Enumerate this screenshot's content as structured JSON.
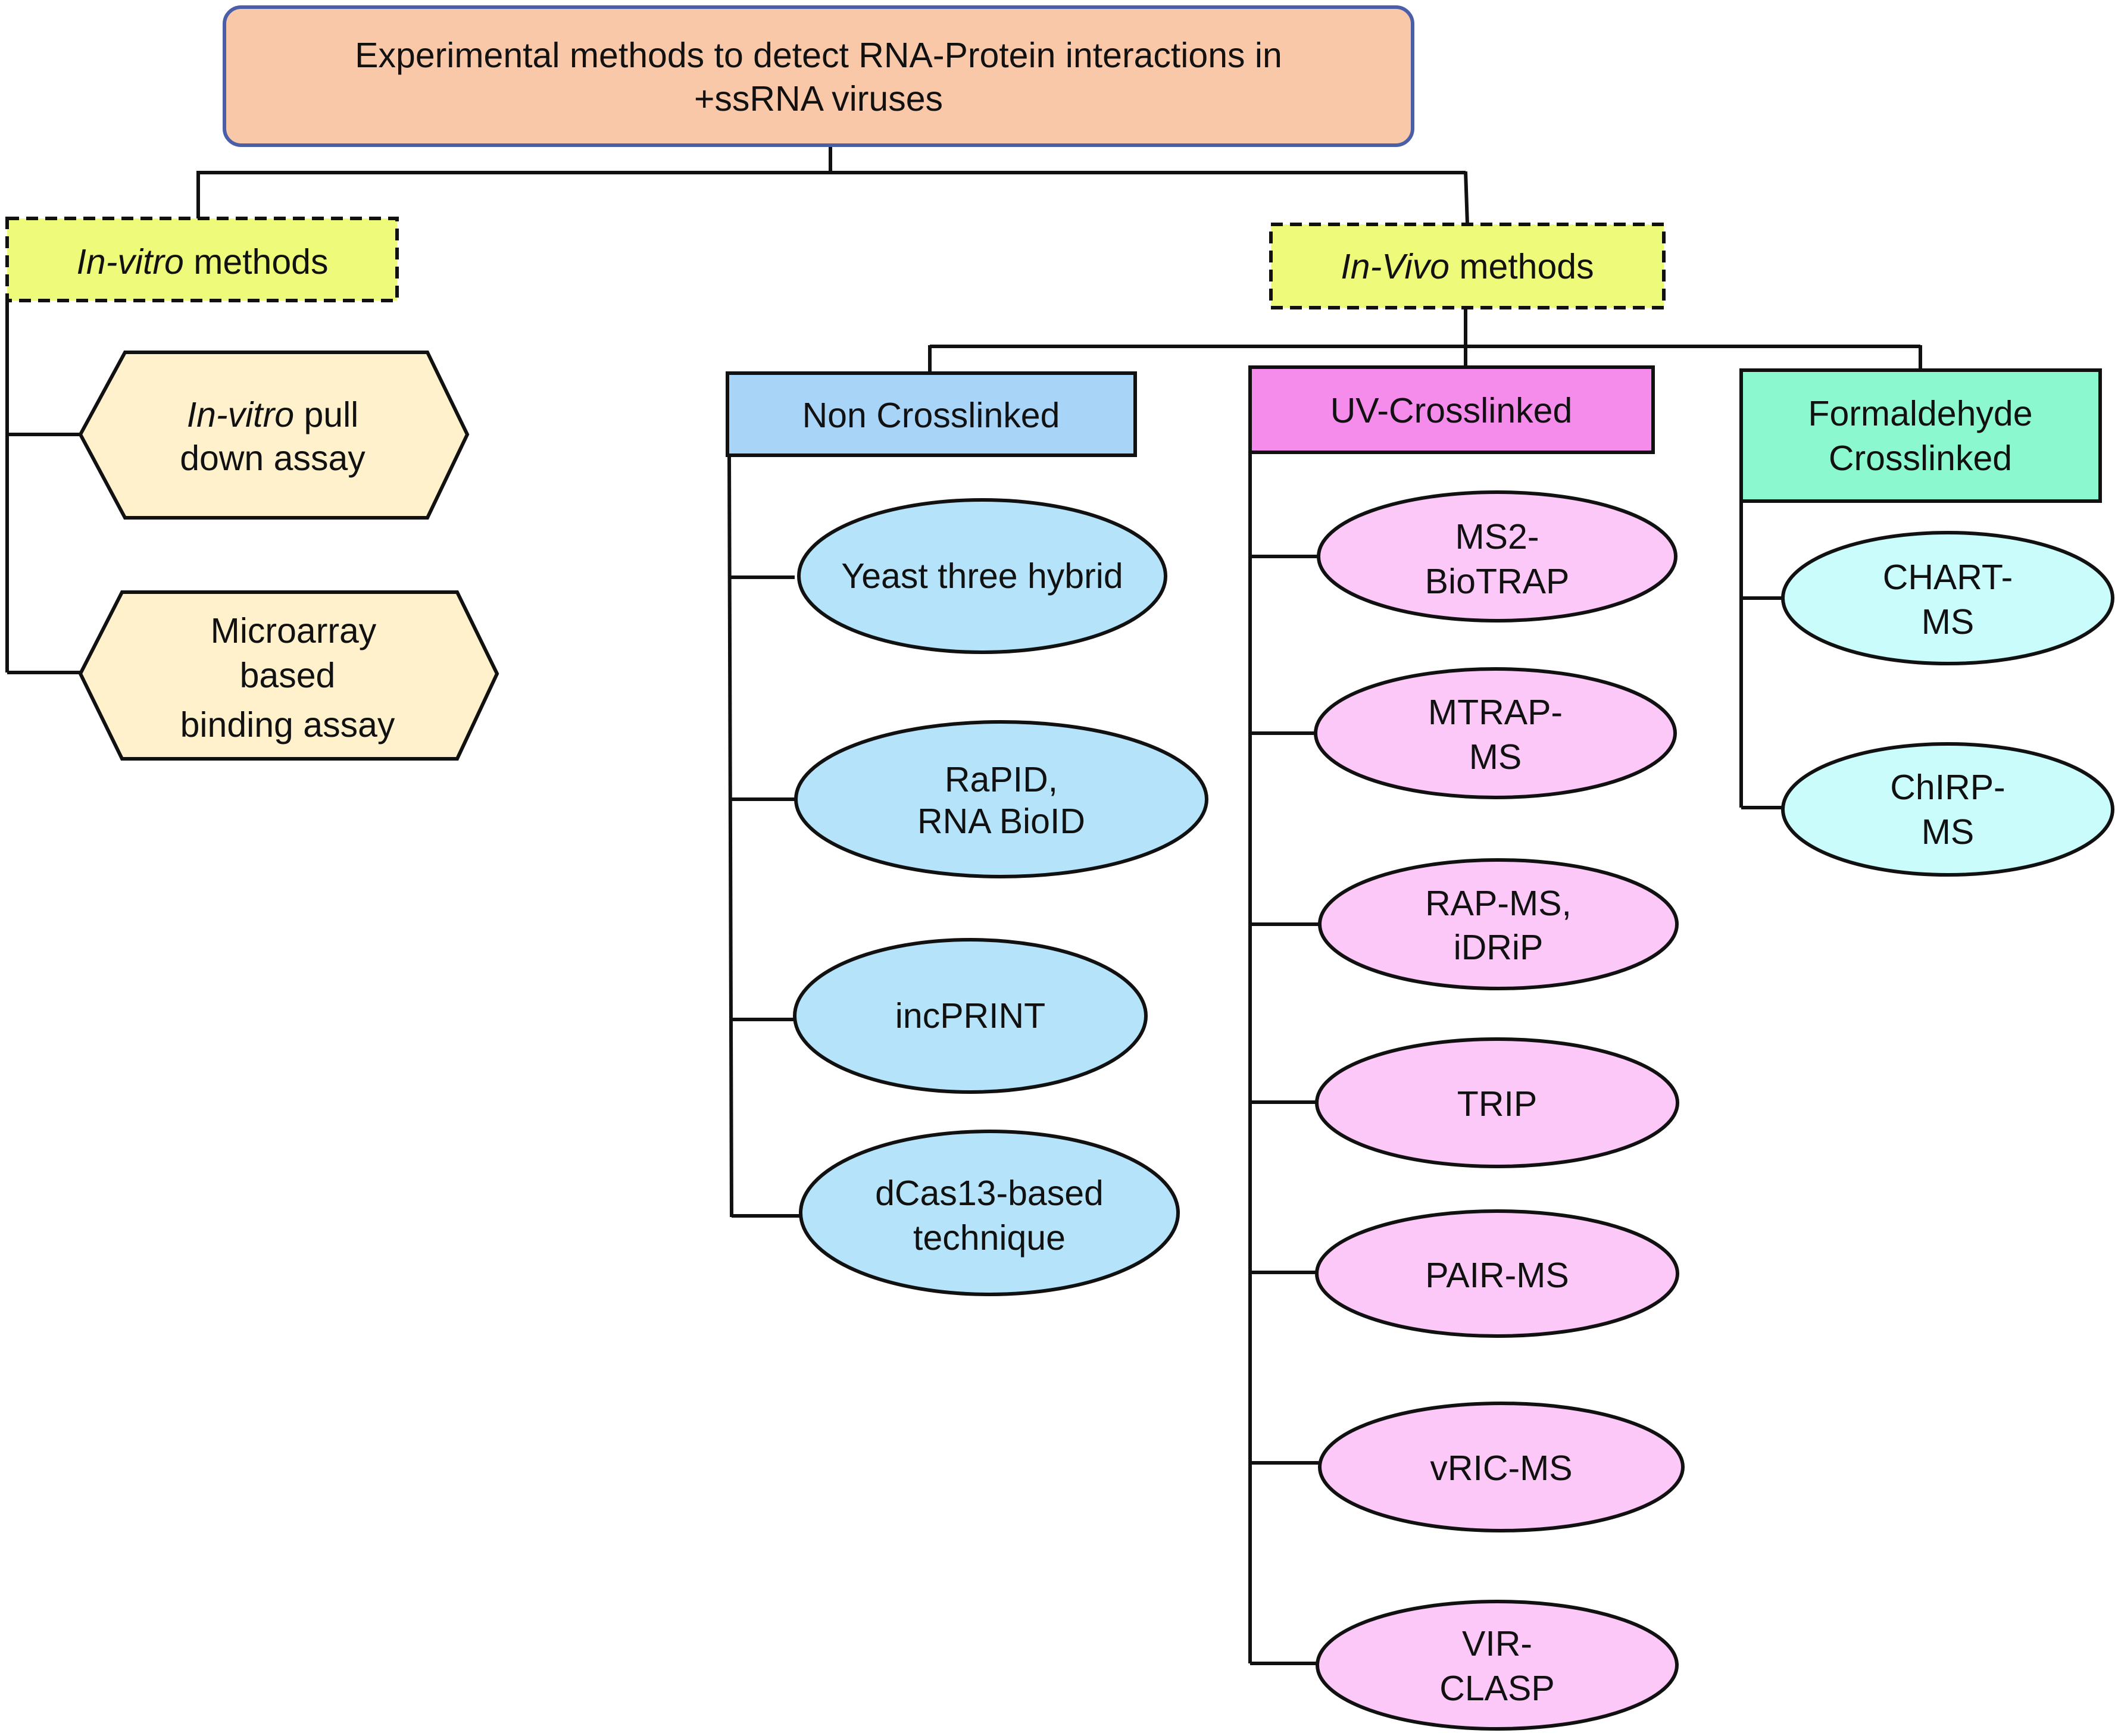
{
  "title": {
    "line1": "Experimental methods to detect RNA-Protein interactions in",
    "line2": "+ssRNA viruses"
  },
  "in_vitro": {
    "heading_italic": "In-vitro",
    "heading_rest": " methods",
    "methods": [
      {
        "line1_italic": "In-vitro",
        "line1_rest": " pull",
        "line2": "down assay"
      },
      {
        "line1": "Microarray",
        "line2": "based",
        "line3": "binding assay"
      }
    ]
  },
  "in_vivo": {
    "heading_italic": "In-Vivo",
    "heading_rest": " methods",
    "categories": [
      {
        "label": "Non Crosslinked",
        "methods": [
          {
            "lines": [
              "Yeast three hybrid"
            ]
          },
          {
            "lines": [
              "RaPID,",
              "RNA BioID"
            ]
          },
          {
            "lines": [
              "incPRINT"
            ]
          },
          {
            "lines": [
              "dCas13-based",
              "technique"
            ]
          }
        ]
      },
      {
        "label": "UV-Crosslinked",
        "methods": [
          {
            "lines": [
              "MS2-",
              "BioTRAP"
            ]
          },
          {
            "lines": [
              "MTRAP-",
              "MS"
            ]
          },
          {
            "lines": [
              "RAP-MS,",
              "iDRiP"
            ]
          },
          {
            "lines": [
              "TRIP"
            ]
          },
          {
            "lines": [
              "PAIR-MS"
            ]
          },
          {
            "lines": [
              "vRIC-MS"
            ]
          },
          {
            "lines": [
              "VIR-",
              "CLASP"
            ]
          }
        ]
      },
      {
        "label_lines": [
          "Formaldehyde",
          "Crosslinked"
        ],
        "methods": [
          {
            "lines": [
              "CHART-",
              "MS"
            ]
          },
          {
            "lines": [
              "ChIRP-",
              "MS"
            ]
          }
        ]
      }
    ]
  },
  "colors": {
    "title_fill": "#F8C8A8",
    "title_stroke": "#4A5FA8",
    "method_heading_fill": "#EEFA7A",
    "hexagon_fill": "#FFF1CC",
    "non_crosslinked_fill": "#A8D4F8",
    "non_crosslinked_ellipse": "#B5E4FA",
    "uv_crosslinked_fill": "#F58CEC",
    "uv_crosslinked_ellipse": "#FCC8F8",
    "formaldehyde_fill": "#8CF8CF",
    "formaldehyde_ellipse": "#CAFCFC",
    "line": "#111111"
  }
}
